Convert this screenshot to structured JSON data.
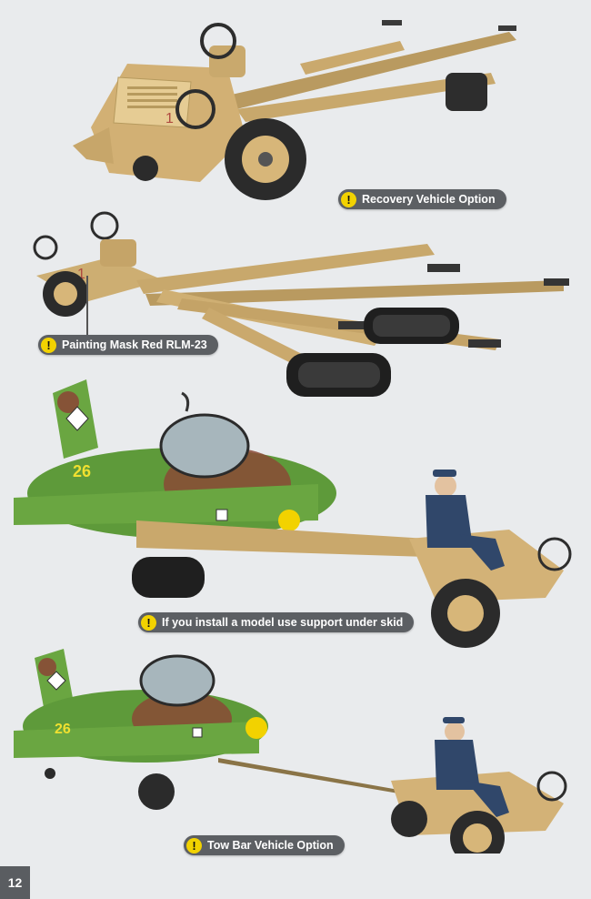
{
  "callouts": {
    "recovery": "Recovery Vehicle Option",
    "painting_mask": "Painting Mask Red RLM-23",
    "support_skid": "If you install a model use support under skid",
    "tow_bar": "Tow Bar Vehicle Option"
  },
  "warning_glyph": "!",
  "page_number": "12",
  "colors": {
    "sand": "#cfae72",
    "callout_bg": "#5c5f63",
    "warning_yellow": "#f2d200",
    "camo_green": "#5e9a3a",
    "camo_brown": "#8a4a36"
  }
}
